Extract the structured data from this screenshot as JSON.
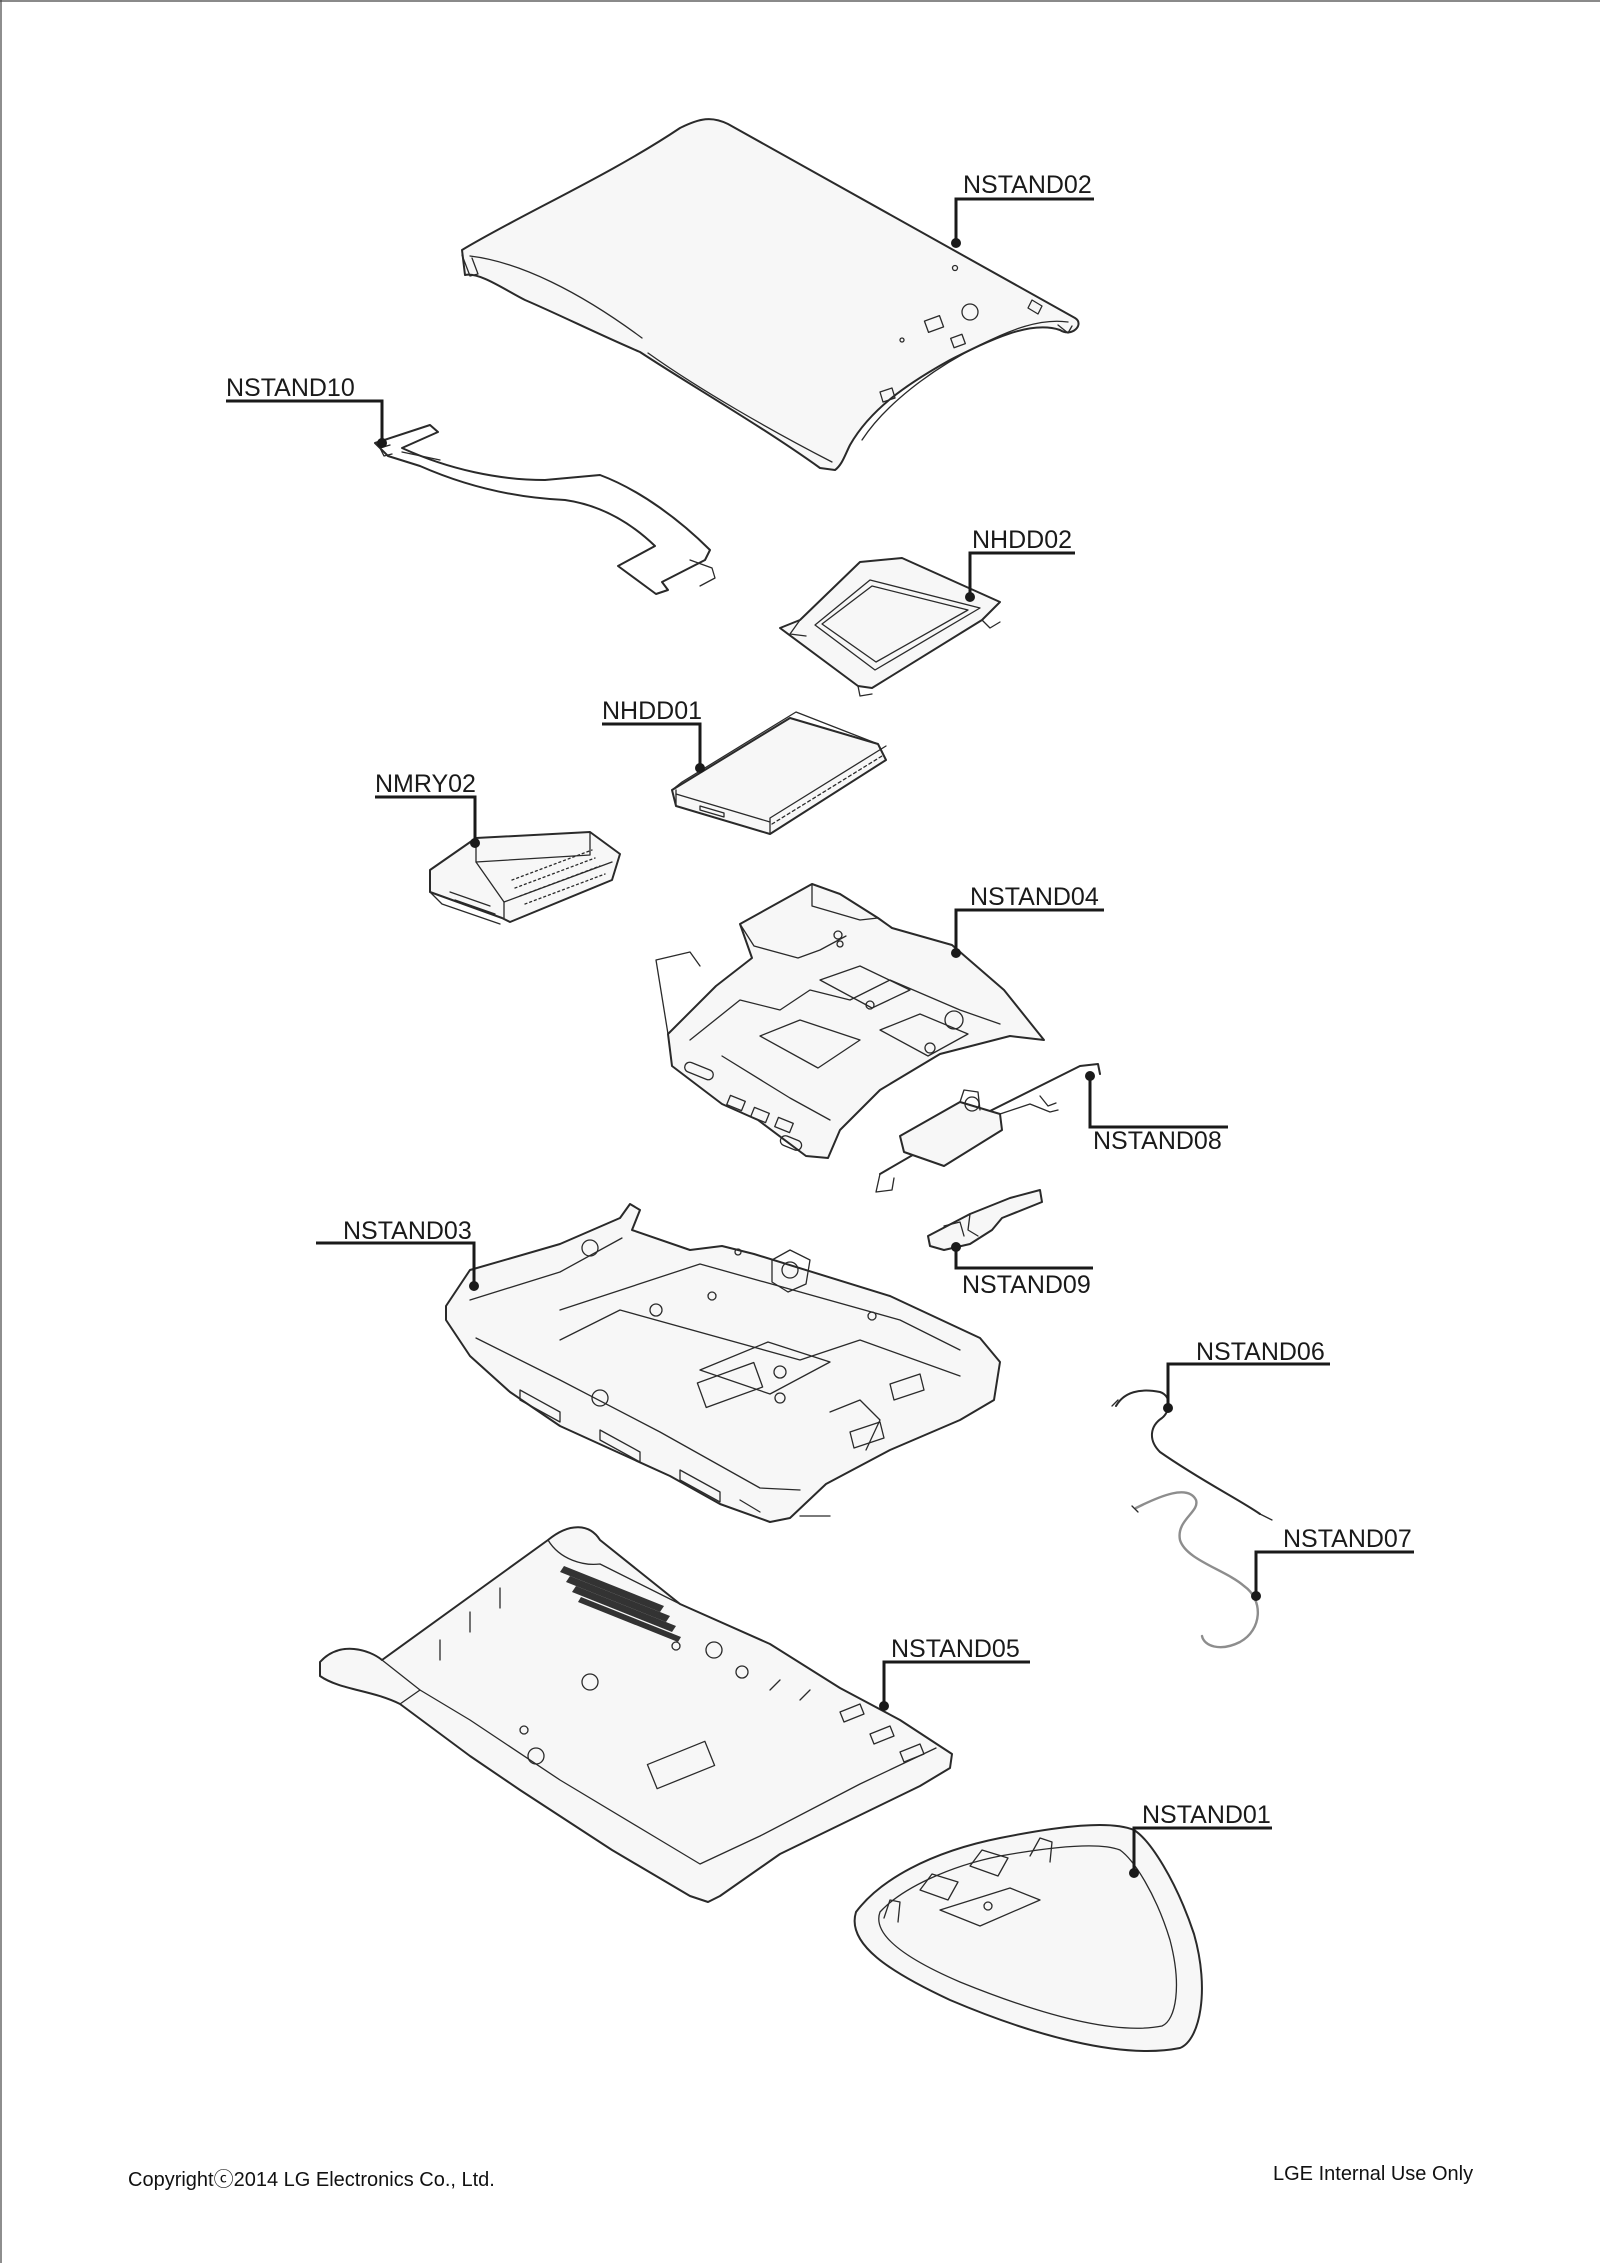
{
  "parts": {
    "nstand02": "NSTAND02",
    "nstand10": "NSTAND10",
    "nhdd02": "NHDD02",
    "nhdd01": "NHDD01",
    "nmry02": "NMRY02",
    "nstand04": "NSTAND04",
    "nstand08": "NSTAND08",
    "nstand09": "NSTAND09",
    "nstand03": "NSTAND03",
    "nstand06": "NSTAND06",
    "nstand07": "NSTAND07",
    "nstand05": "NSTAND05",
    "nstand01": "NSTAND01"
  },
  "footer": {
    "copyright": "Copyrightⓒ2014 LG Electronics Co., Ltd.",
    "internal_notice": "LGE Internal Use Only"
  }
}
